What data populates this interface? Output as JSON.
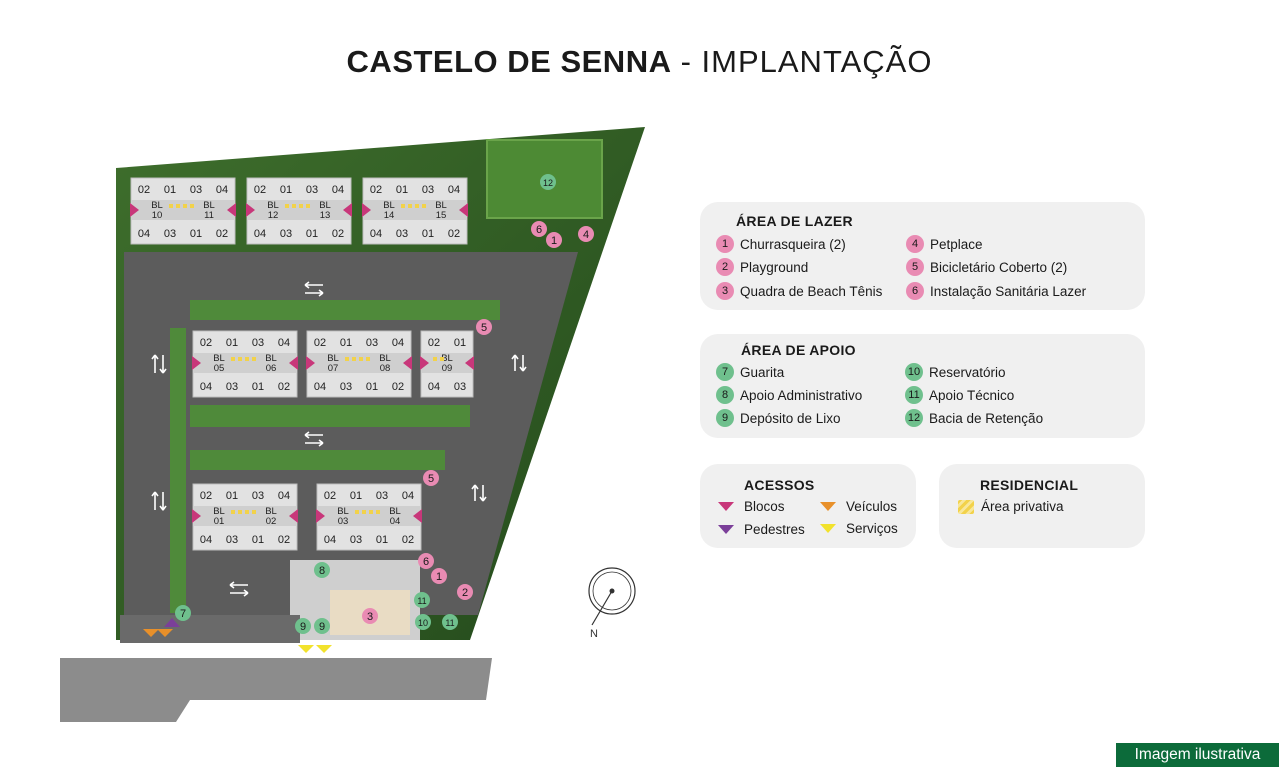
{
  "header": {
    "title_bold": "CASTELO DE SENNA",
    "title_light": "- IMPLANTAÇÃO"
  },
  "colors": {
    "pink": "#e98bb3",
    "green": "#6fc08d",
    "blocos": "#c8377a",
    "pedestres": "#7b3f99",
    "veiculos": "#e8902a",
    "servicos": "#f2e22c",
    "badge_bg": "#0c6b3a"
  },
  "map": {
    "blocks": [
      {
        "bl": [
          "10",
          "11"
        ],
        "top": [
          "02",
          "01",
          "03",
          "04"
        ],
        "bottom": [
          "04",
          "03",
          "01",
          "02"
        ]
      },
      {
        "bl": [
          "12",
          "13"
        ],
        "top": [
          "02",
          "01",
          "03",
          "04"
        ],
        "bottom": [
          "04",
          "03",
          "01",
          "02"
        ]
      },
      {
        "bl": [
          "14",
          "15"
        ],
        "top": [
          "02",
          "01",
          "03",
          "04"
        ],
        "bottom": [
          "04",
          "03",
          "01",
          "02"
        ]
      },
      {
        "bl": [
          "05",
          "06"
        ],
        "top": [
          "02",
          "01",
          "03",
          "04"
        ],
        "bottom": [
          "04",
          "03",
          "01",
          "02"
        ]
      },
      {
        "bl": [
          "07",
          "08"
        ],
        "top": [
          "02",
          "01",
          "03",
          "04"
        ],
        "bottom": [
          "04",
          "03",
          "01",
          "02"
        ]
      },
      {
        "bl": [
          "09"
        ],
        "top": [
          "02",
          "01"
        ],
        "bottom": [
          "04",
          "03"
        ]
      },
      {
        "bl": [
          "01",
          "02"
        ],
        "top": [
          "02",
          "01",
          "03",
          "04"
        ],
        "bottom": [
          "04",
          "03",
          "01",
          "02"
        ]
      },
      {
        "bl": [
          "03",
          "04"
        ],
        "top": [
          "02",
          "01",
          "03",
          "04"
        ],
        "bottom": [
          "04",
          "03",
          "01",
          "02"
        ]
      }
    ],
    "bl_prefix": "BL",
    "markers": [
      {
        "n": "12",
        "c": "green"
      },
      {
        "n": "6",
        "c": "pink"
      },
      {
        "n": "1",
        "c": "pink"
      },
      {
        "n": "4",
        "c": "pink"
      },
      {
        "n": "5",
        "c": "pink"
      },
      {
        "n": "5",
        "c": "pink"
      },
      {
        "n": "6",
        "c": "pink"
      },
      {
        "n": "1",
        "c": "pink"
      },
      {
        "n": "2",
        "c": "pink"
      },
      {
        "n": "8",
        "c": "green"
      },
      {
        "n": "3",
        "c": "pink"
      },
      {
        "n": "11",
        "c": "green"
      },
      {
        "n": "10",
        "c": "green"
      },
      {
        "n": "11",
        "c": "green"
      },
      {
        "n": "7",
        "c": "green"
      },
      {
        "n": "9",
        "c": "green"
      },
      {
        "n": "9",
        "c": "green"
      }
    ],
    "compass": "N"
  },
  "lazer": {
    "heading": "ÁREA DE LAZER",
    "items": [
      {
        "n": "1",
        "label": "Churrasqueira (2)"
      },
      {
        "n": "2",
        "label": "Playground"
      },
      {
        "n": "3",
        "label": "Quadra de Beach Tênis"
      },
      {
        "n": "4",
        "label": "Petplace"
      },
      {
        "n": "5",
        "label": "Bicicletário Coberto (2)"
      },
      {
        "n": "6",
        "label": "Instalação Sanitária Lazer"
      }
    ]
  },
  "apoio": {
    "heading": "ÁREA DE APOIO",
    "items": [
      {
        "n": "7",
        "label": "Guarita"
      },
      {
        "n": "8",
        "label": "Apoio Administrativo"
      },
      {
        "n": "9",
        "label": "Depósito de Lixo"
      },
      {
        "n": "10",
        "label": "Reservatório"
      },
      {
        "n": "11",
        "label": "Apoio Técnico"
      },
      {
        "n": "12",
        "label": "Bacia de Retenção"
      }
    ]
  },
  "acessos": {
    "heading": "ACESSOS",
    "items": [
      {
        "label": "Blocos",
        "color": "blocos"
      },
      {
        "label": "Pedestres",
        "color": "pedestres"
      },
      {
        "label": "Veículos",
        "color": "veiculos"
      },
      {
        "label": "Serviços",
        "color": "servicos"
      }
    ]
  },
  "residencial": {
    "heading": "RESIDENCIAL",
    "label": "Área privativa"
  },
  "badge": "Imagem ilustrativa"
}
